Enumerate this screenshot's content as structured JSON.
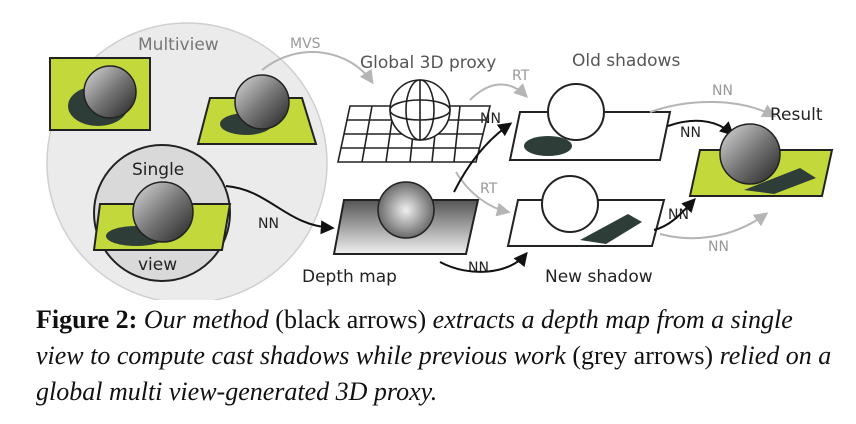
{
  "diagram": {
    "labels": {
      "multiview": "Multiview",
      "single": "Single",
      "view": "view",
      "mvs": "MVS",
      "global_proxy": "Global 3D proxy",
      "old_shadows": "Old shadows",
      "rt_top": "RT",
      "rt_mid": "RT",
      "nn_single_to_depth": "NN",
      "nn_depth_to_old": "NN",
      "nn_depth_to_new": "NN",
      "depth_map": "Depth map",
      "new_shadow": "New shadow",
      "nn_grey_top": "NN",
      "nn_black_top": "NN",
      "result": "Result",
      "nn_black_bottom": "NN",
      "nn_grey_bottom": "NN"
    },
    "colors": {
      "green": "#c3d93b",
      "shadow": "#2e3d37",
      "grey_arrow": "#b5b5b5",
      "black_arrow": "#111111",
      "multiview_fill": "#ebebeb",
      "single_fill": "#d9d9d9"
    }
  },
  "caption": {
    "fig_label": "Figure 2:",
    "part1": "Our method",
    "part2": " (black arrows) ",
    "part3": "extracts a depth map from a single view to compute cast shadows while previous work",
    "part4": " (grey arrows) ",
    "part5": "relied on a global multi view-generated 3D proxy."
  }
}
